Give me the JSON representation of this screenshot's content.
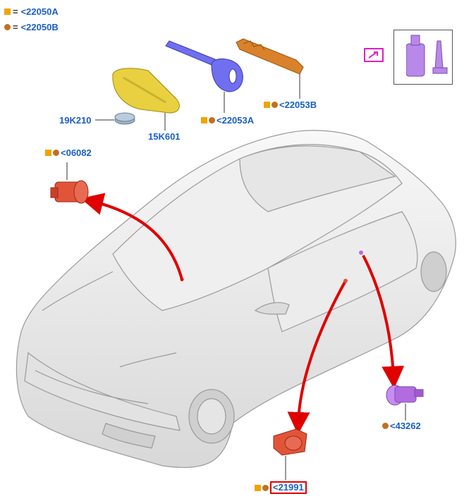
{
  "legend": [
    {
      "marker": "square",
      "color": "#f2a300",
      "code": "<22050A"
    },
    {
      "marker": "circle",
      "color": "#c07020",
      "code": "<22050B"
    }
  ],
  "legend_eq": "=",
  "callouts": {
    "key_orange": "<22053B",
    "key_blue": "<22053A",
    "battery": "19K210",
    "remote": "15K601",
    "lock_top": "<06082",
    "lock_right": "<43262",
    "lock_bottom": "<21991"
  },
  "colors": {
    "callout_text": "#1a5fc8",
    "arrow": "#e00000",
    "highlight_box": "#e00000",
    "square_marker": "#f2a300",
    "circle_marker": "#c07020",
    "part_red": "#e2543a",
    "part_purple": "#b36ce0",
    "key_blue": "#6f6ff0",
    "key_orange": "#d9822b",
    "remote_yellow": "#e8d040"
  },
  "icons": [
    "car-body-icon",
    "key-icon",
    "remote-fob-icon",
    "battery-icon",
    "lock-cylinder-icon",
    "adhesive-kit-icon",
    "edit-icon"
  ]
}
